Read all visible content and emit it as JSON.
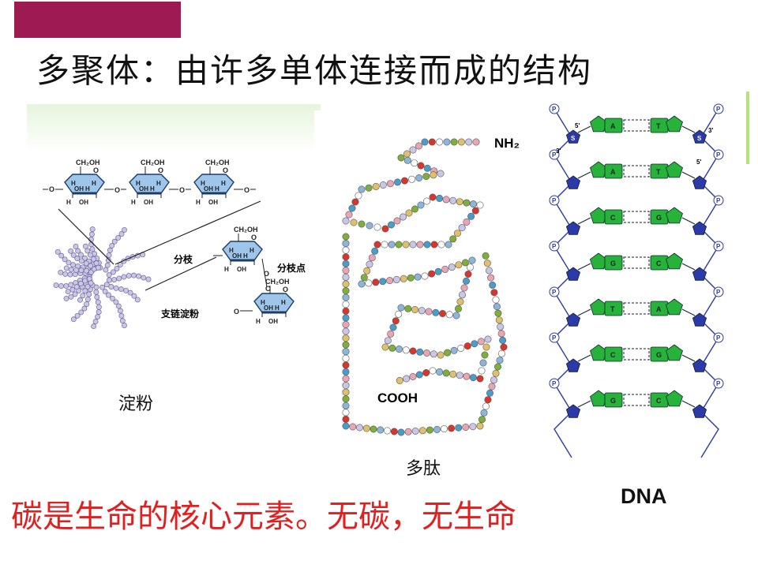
{
  "slide": {
    "title": "多聚体：由许多单体连接而成的结构",
    "footer": "碳是生命的核心元素。无碳，无生命",
    "accent_color": "#9e1a52",
    "footer_color": "#e02020"
  },
  "starch": {
    "label": "淀粉",
    "branch_label": "分枝",
    "branch_point_label": "分枝点",
    "amylopectin_label": "支链淀粉",
    "ch2oh": "CH₂OH",
    "oh": "OH",
    "h": "H",
    "o": "O",
    "c": "C",
    "ring_color": "#9ec5ea"
  },
  "peptide": {
    "label": "多肽",
    "n_terminus": "NH₂",
    "c_terminus": "COOH",
    "bead_colors": [
      "#7fae3a",
      "#e0c16b",
      "#c9c6e6",
      "#e7a5b5",
      "#4a9ccb",
      "#d6362c",
      "#ffffff",
      "#8bb6d9"
    ]
  },
  "dna": {
    "label": "DNA",
    "five_prime": "5'",
    "three_prime": "3'",
    "phosphate": "P",
    "sugar": "S",
    "pairs": [
      {
        "left": "A",
        "right": "T"
      },
      {
        "left": "A",
        "right": "T"
      },
      {
        "left": "C",
        "right": "G"
      },
      {
        "left": "G",
        "right": "C"
      },
      {
        "left": "T",
        "right": "A"
      },
      {
        "left": "C",
        "right": "G"
      },
      {
        "left": "G",
        "right": "C"
      }
    ],
    "base_color": "#27b33a",
    "sugar_color": "#2b3aa8"
  }
}
